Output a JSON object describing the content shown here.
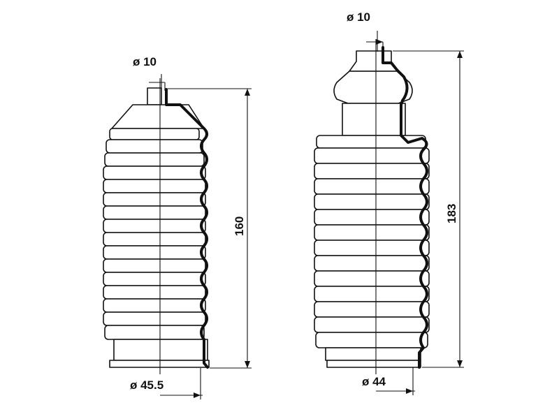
{
  "boot_left": {
    "top_diameter": "ø 10",
    "height": "160",
    "bottom_diameter": "ø 45.5"
  },
  "boot_right": {
    "top_diameter": "ø 10",
    "height": "183",
    "bottom_diameter": "ø 44"
  }
}
